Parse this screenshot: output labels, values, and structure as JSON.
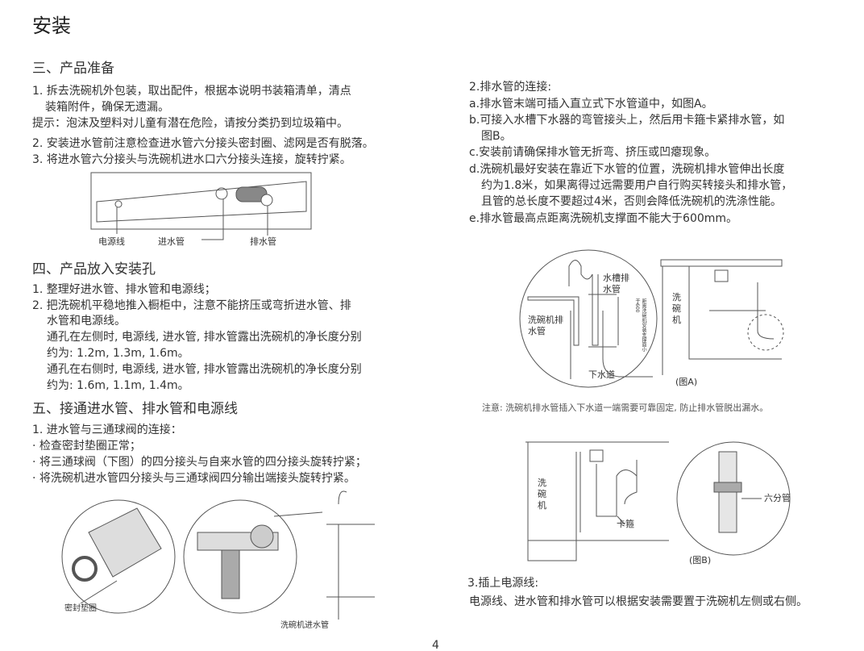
{
  "title": "安装",
  "sec3": {
    "heading": "三、产品准备",
    "lines": [
      "1. 拆去洗碗机外包装，取出配件，根据本说明书装箱清单，清点",
      "装箱附件，确保无遗漏。",
      "提示：泡沫及塑料对儿童有潜在危险，请按分类扔到垃圾箱中。",
      "2. 安装进水管前注意检查进水管六分接头密封圈、滤网是否有脱落。",
      "3. 将进水管六分接头与洗碗机进水口六分接头连接，旋转拧紧。"
    ],
    "fig_labels": [
      "电源线",
      "进水管",
      "排水管"
    ]
  },
  "sec4": {
    "heading": "四、产品放入安装孔",
    "lines": [
      "1. 整理好进水管、排水管和电源线；",
      "2. 把洗碗机平稳地推入橱柜中，注意不能挤压或弯折进水管、排",
      "水管和电源线。",
      "通孔在左侧时, 电源线, 进水管, 排水管露出洗碗机的净长度分别",
      "约为: 1.2m, 1.3m, 1.6m。",
      "通孔在右侧时, 电源线, 进水管, 排水管露出洗碗机的净长度分别",
      "约为: 1.6m, 1.1m, 1.4m。"
    ]
  },
  "sec5": {
    "heading": "五、接通进水管、排水管和电源线",
    "lines": [
      "1. 进水管与三通球阀的连接：",
      "· 检查密封垫圈正常；",
      "· 将三通球阀（下图）的四分接头与自来水管的四分接头旋转拧紧；",
      "· 将洗碗机进水管四分接头与三通球阀四分输出端接头旋转拧紧。"
    ],
    "fig_labels": [
      "密封垫圈",
      "洗碗机进水管"
    ]
  },
  "drain": {
    "lines": [
      "2.排水管的连接:",
      "a.排水管末端可插入直立式下水管道中，如图A。",
      "b.可接入水槽下水器的弯管接头上，然后用卡箍卡紧排水管，如",
      "图B。",
      "c.安装前请确保排水管无折弯、挤压或凹瘪现象。",
      "d.洗碗机最好安装在靠近下水管的位置，洗碗机排水管伸出长度",
      "约为1.8米，如果离得过远需要用户自行购买转接头和排水管，",
      "且管的总长度不要超过4米，否则会降低洗碗机的洗涤性能。",
      "e.排水管最高点距离洗碗机支撑面不能大于600mm。"
    ]
  },
  "figA": {
    "sink_pipe": "水槽排水管",
    "dw_pipe": "洗碗机排水管",
    "sewer": "下水道",
    "dim": "距离洗碗机安装支撑面小于600",
    "dw": "洗碗机",
    "caption": "(图A)"
  },
  "note": "注意: 洗碗机排水管插入下水道一端需要可靠固定, 防止排水管脱出漏水。",
  "figB": {
    "dw": "洗碗机",
    "clamp": "卡箍",
    "pipe": "六分管",
    "caption": "(图B)"
  },
  "power": {
    "heading": "3.插上电源线:",
    "text": "电源线、进水管和排水管可以根据安装需要置于洗碗机左侧或右侧。"
  },
  "page_number": "4"
}
